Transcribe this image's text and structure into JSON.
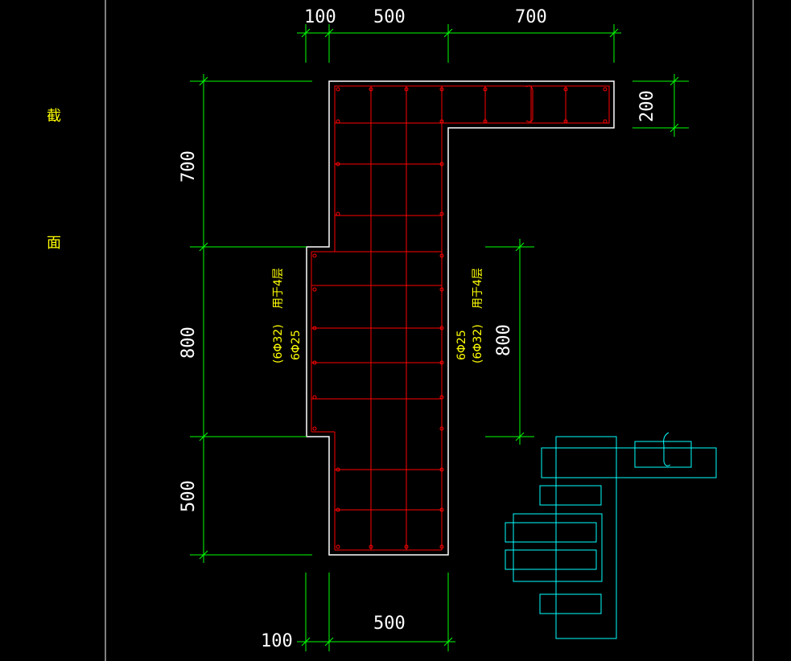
{
  "title_left": {
    "top": "截",
    "bottom": "面"
  },
  "dimensions": {
    "top": [
      "100",
      "500",
      "700"
    ],
    "right": "200",
    "left": [
      "700",
      "800",
      "500"
    ],
    "right_mid": "800",
    "bottom": [
      "100",
      "500"
    ]
  },
  "annotations": {
    "left": {
      "line1": "用于4层",
      "line2": "(6Φ32)",
      "line3": "6Φ25"
    },
    "right": {
      "line1": "用于4层",
      "line2": "6Φ25",
      "line3": "(6Φ32)"
    }
  },
  "colors": {
    "background": "#000000",
    "outline": "#ffffff",
    "rebar": "#ff0000",
    "dimension": "#00ff00",
    "text": "#ffffff",
    "note": "#ffff00",
    "stirrup": "#00ffff"
  }
}
